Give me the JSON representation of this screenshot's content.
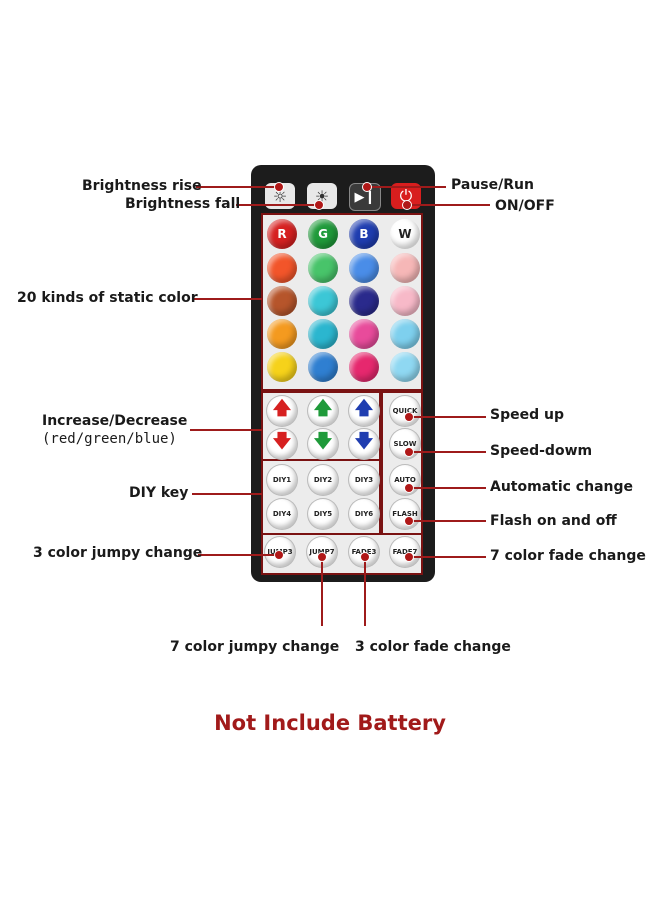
{
  "labels": {
    "brightness_rise": "Brightness rise",
    "brightness_fall": "Brightness fall",
    "pause_run": "Pause/Run",
    "on_off": "ON/OFF",
    "static_color": "20 kinds of static color",
    "increase_decrease": "Increase/Decrease",
    "rgb": "(red/green/blue)",
    "speed_up": "Speed up",
    "speed_down": "Speed-dowm",
    "diy_key": "DIY key",
    "automatic_change": "Automatic change",
    "flash": "Flash on and off",
    "jumpy3": "3 color jumpy change",
    "fade7": "7 color fade change",
    "jumpy7": "7 color jumpy change",
    "fade3": "3 color fade change"
  },
  "footer": "Not Include Battery",
  "buttons": {
    "r": "R",
    "g": "G",
    "b": "B",
    "w": "W",
    "quick": "QUICK",
    "slow": "SLOW",
    "auto": "AUTO",
    "flash": "FLASH",
    "diy1": "DIY1",
    "diy2": "DIY2",
    "diy3": "DIY3",
    "diy4": "DIY4",
    "diy5": "DIY5",
    "diy6": "DIY6",
    "jump3": "JUMP3",
    "jump7": "JUMP7",
    "fade3": "FADE3",
    "fade7": "FADE7"
  },
  "icons": {
    "brightness_up": "sun-up-icon",
    "brightness_down": "sun-down-icon",
    "play_pause": "play-pause-icon",
    "power": "power-icon"
  },
  "colors": {
    "accent_red": "#a11a1a",
    "remote_body": "#1c1c1c",
    "grid": [
      [
        "#d62020",
        "#1f9a3a",
        "#1f3db0",
        "#ffffff"
      ],
      [
        "#f2552a",
        "#48c46a",
        "#4a8de8",
        "#f6b7b7"
      ],
      [
        "#b6552b",
        "#3cc7d6",
        "#2a2a8c",
        "#f7b9c8"
      ],
      [
        "#f49a1f",
        "#2bb6cf",
        "#e84b9b",
        "#7ed0ee"
      ],
      [
        "#f6d21a",
        "#2f7fd1",
        "#e6286e",
        "#8fd8f2"
      ]
    ]
  }
}
